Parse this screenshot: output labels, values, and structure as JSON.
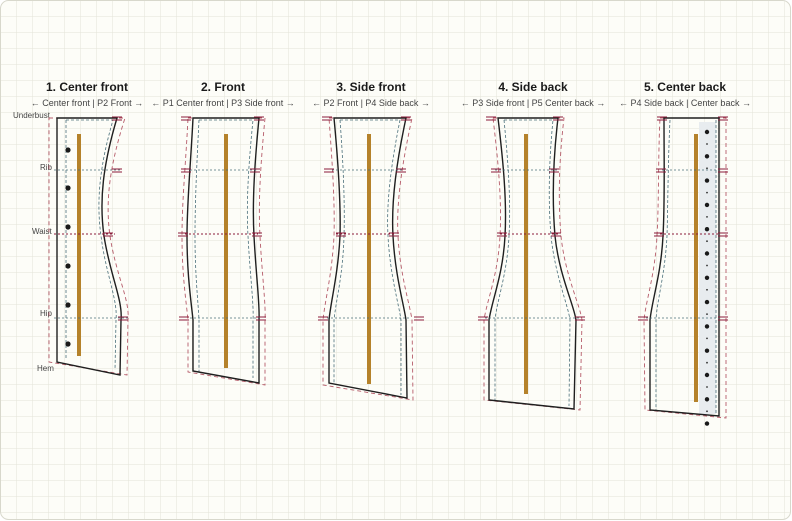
{
  "diagram": {
    "level_labels": {
      "underbust": "Underbust",
      "rib": "Rib",
      "waist": "Waist",
      "hip": "Hip",
      "hem": "Hem"
    },
    "panels": [
      {
        "id": "center-front",
        "title": "1. Center front",
        "neighbors": "← Center front | P2 Front →"
      },
      {
        "id": "front",
        "title": "2. Front",
        "neighbors": "← P1 Center front | P3 Side front →"
      },
      {
        "id": "side-front",
        "title": "3. Side front",
        "neighbors": "← P2 Front | P4 Side back →"
      },
      {
        "id": "side-back",
        "title": "4. Side back",
        "neighbors": "← P3 Side front | P5 Center back →"
      },
      {
        "id": "center-back",
        "title": "5. Center back",
        "neighbors": "← P4 Side back | Center back →"
      }
    ],
    "colors": {
      "background": "#fdfdf8",
      "grid": "#e3e3d8",
      "outline": "#1f1f1f",
      "seam_allowance": "#b65c6a",
      "stitch_line": "#4a6f7a",
      "level_line": "#8a1c3a",
      "boning": "#b5822b",
      "grommet": "#1a1a1a",
      "lacing_panel": "#e8ecef"
    }
  }
}
